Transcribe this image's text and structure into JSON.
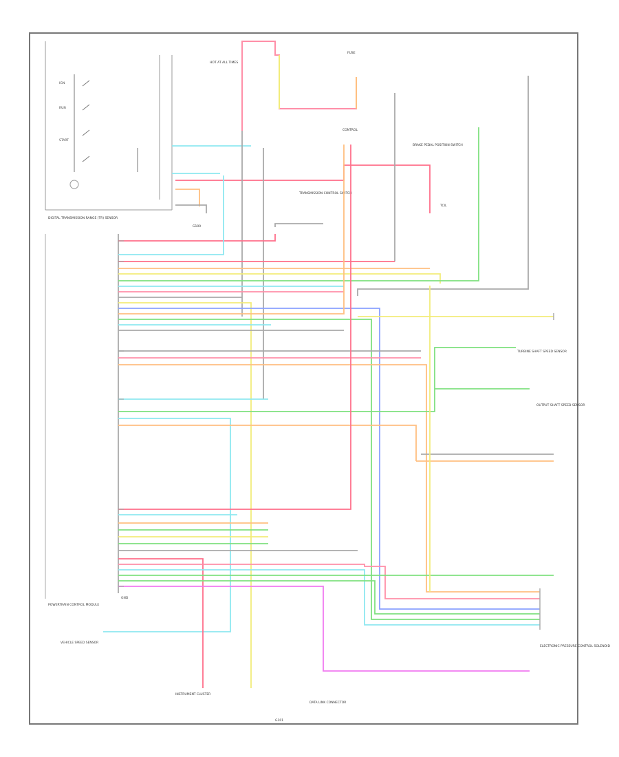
{
  "colors": {
    "pink": "#ff8fa8",
    "red": "#ff6f8a",
    "cyan": "#8ee8f0",
    "yellow": "#f2ec7a",
    "green": "#7fe07f",
    "orange": "#ffbf80",
    "gray": "#a9a9a9",
    "blue": "#8aa0ff",
    "violet": "#f07af0",
    "black": "#444444"
  },
  "labels": {
    "pcm": "POWERTRAIN CONTROL MODULE",
    "gnd_ref": "GND",
    "ctrl": "CONTROL",
    "tr_sensor": "DIGITAL TRANSMISSION RANGE (TR) SENSOR",
    "tss": "TURBINE SHAFT SPEED SENSOR",
    "oss": "OUTPUT SHAFT SPEED SENSOR",
    "epc": "ELECTRONIC PRESSURE CONTROL SOLENOID",
    "hot": "HOT AT ALL TIMES",
    "fuse": "FUSE",
    "brake": "BRAKE PEDAL POSITION SWITCH",
    "tcs": "TRANSMISSION CONTROL SWITCH",
    "tcil": "TCIL",
    "vss": "VEHICLE SPEED SENSOR",
    "inst": "INSTRUMENT CLUSTER",
    "dlc": "DATA LINK CONNECTOR",
    "g100": "G100",
    "g101": "G101",
    "ign": "IGN",
    "run": "RUN",
    "start": "START"
  }
}
